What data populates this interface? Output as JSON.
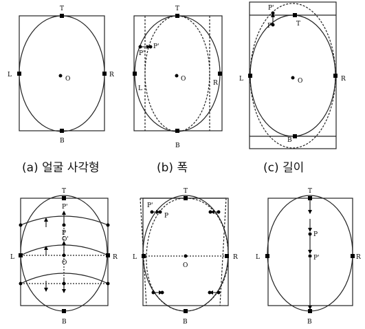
{
  "captions": {
    "a": "(a) 얼굴 사각형",
    "b": "(b) 폭",
    "c": "(c) 길이"
  },
  "labels": {
    "T": "T",
    "B": "B",
    "L": "L",
    "R": "R",
    "O": "O",
    "P": "P",
    "P_prime": "P'",
    "O_prime": "O'"
  }
}
